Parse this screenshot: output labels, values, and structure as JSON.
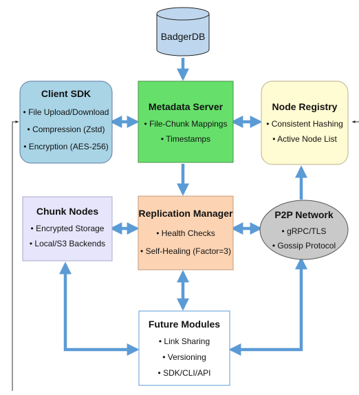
{
  "colors": {
    "arrow": "#5b9bd5",
    "connector": "#333333",
    "database": "#bfd7ee",
    "client_sdk": "#a9d4e6",
    "metadata_server": "#66e06b",
    "node_registry": "#fffbd2",
    "chunk_nodes": "#e6e5fb",
    "replication_manager": "#fcd4b4",
    "p2p_network": "#c9c9c9",
    "future_modules": "#ffffff"
  },
  "database": {
    "label": "BadgerDB"
  },
  "client_sdk": {
    "title": "Client SDK",
    "items": [
      "• File Upload/Download",
      "• Compression (Zstd)",
      "• Encryption (AES-256)"
    ]
  },
  "metadata_server": {
    "title": "Metadata Server",
    "items": [
      "• File-Chunk Mappings",
      "• Timestamps"
    ]
  },
  "node_registry": {
    "title": "Node Registry",
    "items": [
      "• Consistent Hashing",
      "• Active Node List"
    ]
  },
  "chunk_nodes": {
    "title": "Chunk Nodes",
    "items": [
      "• Encrypted Storage",
      "• Local/S3 Backends"
    ]
  },
  "replication_manager": {
    "title": "Replication Manager",
    "items": [
      "• Health Checks",
      "• Self-Healing (Factor=3)"
    ]
  },
  "p2p_network": {
    "title": "P2P Network",
    "items": [
      "• gRPC/TLS",
      "• Gossip Protocol"
    ]
  },
  "future_modules": {
    "title": "Future Modules",
    "items": [
      "• Link Sharing",
      "• Versioning",
      "•   SDK/CLI/API"
    ]
  }
}
